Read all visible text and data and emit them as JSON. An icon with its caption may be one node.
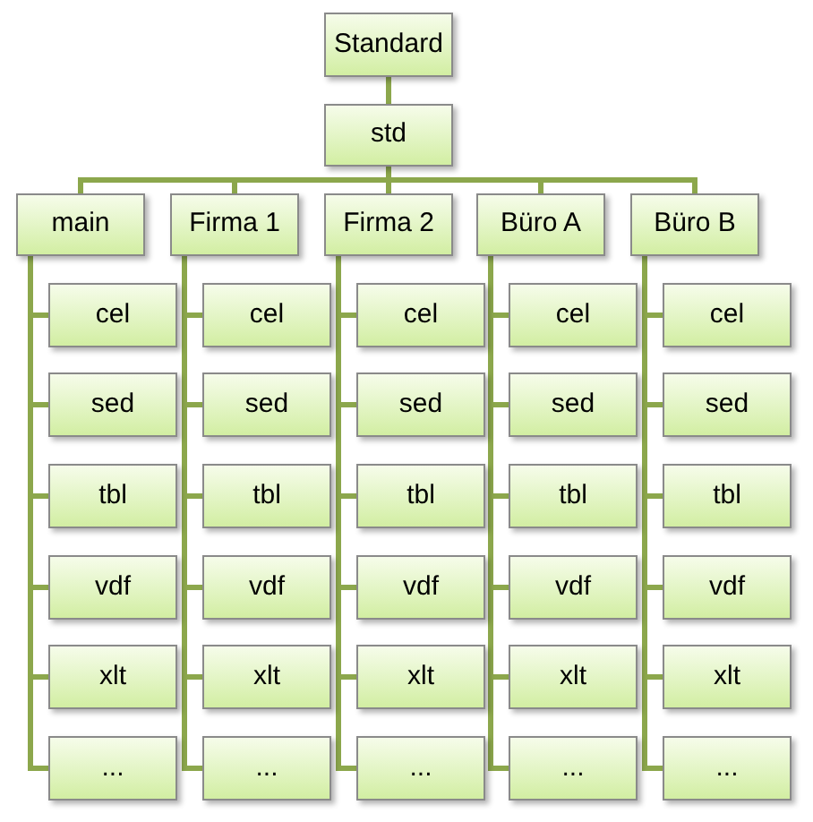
{
  "diagram": {
    "nodes": [
      {
        "text": [
          "Standard"
        ]
      },
      {
        "text": [
          "std"
        ]
      },
      {
        "text": [
          "main"
        ]
      },
      {
        "text": [
          "Firma 1"
        ]
      },
      {
        "text": [
          "Firma 2"
        ]
      },
      {
        "text": [
          "Büro A"
        ]
      },
      {
        "text": [
          "Büro B"
        ]
      },
      {
        "text": [
          "cel"
        ]
      },
      {
        "text": [
          "sed"
        ]
      },
      {
        "text": [
          "tbl"
        ]
      },
      {
        "text": [
          "vdf"
        ]
      },
      {
        "text": [
          "xlt"
        ]
      },
      {
        "text": [
          "..."
        ]
      },
      {
        "text": [
          "cel"
        ]
      },
      {
        "text": [
          "sed"
        ]
      },
      {
        "text": [
          "tbl"
        ]
      },
      {
        "text": [
          "vdf"
        ]
      },
      {
        "text": [
          "xlt"
        ]
      },
      {
        "text": [
          "..."
        ]
      },
      {
        "text": [
          "cel"
        ]
      },
      {
        "text": [
          "sed"
        ]
      },
      {
        "text": [
          "tbl"
        ]
      },
      {
        "text": [
          "vdf"
        ]
      },
      {
        "text": [
          "xlt"
        ]
      },
      {
        "text": [
          "..."
        ]
      },
      {
        "text": [
          "cel"
        ]
      },
      {
        "text": [
          "sed"
        ]
      },
      {
        "text": [
          "tbl"
        ]
      },
      {
        "text": [
          "vdf"
        ]
      },
      {
        "text": [
          "xlt"
        ]
      },
      {
        "text": [
          "..."
        ]
      },
      {
        "text": [
          "cel"
        ]
      },
      {
        "text": [
          "sed"
        ]
      },
      {
        "text": [
          "tbl"
        ]
      },
      {
        "text": [
          "vdf"
        ]
      },
      {
        "text": [
          "xlt"
        ]
      },
      {
        "text": [
          "..."
        ]
      }
    ],
    "edges": [
      {
        "from": 0,
        "to": 1,
        "arrow": "none"
      },
      {
        "from": 1,
        "to": 2,
        "arrow": "none"
      },
      {
        "from": 1,
        "to": 3,
        "arrow": "none"
      },
      {
        "from": 1,
        "to": 4,
        "arrow": "none"
      },
      {
        "from": 1,
        "to": 5,
        "arrow": "none"
      },
      {
        "from": 1,
        "to": 6,
        "arrow": "none"
      },
      {
        "from": 2,
        "to": 7,
        "arrow": "none"
      },
      {
        "from": 2,
        "to": 8,
        "arrow": "none"
      },
      {
        "from": 2,
        "to": 9,
        "arrow": "none"
      },
      {
        "from": 2,
        "to": 10,
        "arrow": "none"
      },
      {
        "from": 2,
        "to": 11,
        "arrow": "none"
      },
      {
        "from": 2,
        "to": 12,
        "arrow": "none"
      },
      {
        "from": 3,
        "to": 13,
        "arrow": "none"
      },
      {
        "from": 3,
        "to": 14,
        "arrow": "none"
      },
      {
        "from": 3,
        "to": 15,
        "arrow": "none"
      },
      {
        "from": 3,
        "to": 16,
        "arrow": "none"
      },
      {
        "from": 3,
        "to": 17,
        "arrow": "none"
      },
      {
        "from": 3,
        "to": 18,
        "arrow": "none"
      },
      {
        "from": 4,
        "to": 19,
        "arrow": "none"
      },
      {
        "from": 4,
        "to": 20,
        "arrow": "none"
      },
      {
        "from": 4,
        "to": 21,
        "arrow": "none"
      },
      {
        "from": 4,
        "to": 22,
        "arrow": "none"
      },
      {
        "from": 4,
        "to": 23,
        "arrow": "none"
      },
      {
        "from": 4,
        "to": 24,
        "arrow": "none"
      },
      {
        "from": 5,
        "to": 25,
        "arrow": "none"
      },
      {
        "from": 5,
        "to": 26,
        "arrow": "none"
      },
      {
        "from": 5,
        "to": 27,
        "arrow": "none"
      },
      {
        "from": 5,
        "to": 28,
        "arrow": "none"
      },
      {
        "from": 5,
        "to": 29,
        "arrow": "none"
      },
      {
        "from": 5,
        "to": 30,
        "arrow": "none"
      },
      {
        "from": 6,
        "to": 31,
        "arrow": "none"
      },
      {
        "from": 6,
        "to": 32,
        "arrow": "none"
      },
      {
        "from": 6,
        "to": 33,
        "arrow": "none"
      },
      {
        "from": 6,
        "to": 34,
        "arrow": "none"
      },
      {
        "from": 6,
        "to": 35,
        "arrow": "none"
      },
      {
        "from": 6,
        "to": 36,
        "arrow": "none"
      }
    ]
  }
}
